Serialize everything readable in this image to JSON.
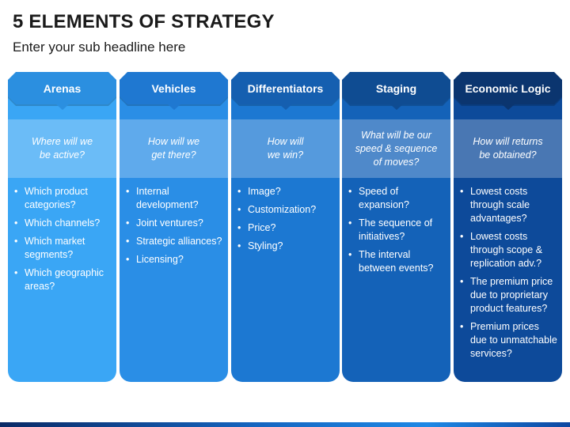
{
  "title": "5 ELEMENTS OF STRATEGY",
  "subtitle": "Enter your sub headline here",
  "columns": [
    {
      "heading": "Arenas",
      "question": "Where will we\nbe active?",
      "header_color": "#2b8fe0",
      "body_color": "#3aa6f5",
      "bullets": [
        "Which product categories?",
        "Which channels?",
        "Which market segments?",
        "Which geographic areas?"
      ]
    },
    {
      "heading": "Vehicles",
      "question": "How will we\nget there?",
      "header_color": "#1f78d1",
      "body_color": "#2a8ee6",
      "bullets": [
        "Internal development?",
        "Joint ventures?",
        "Strategic alliances?",
        "Licensing?"
      ]
    },
    {
      "heading": "Differentiators",
      "question": "How will\nwe win?",
      "header_color": "#155fb0",
      "body_color": "#1c78d2",
      "bullets": [
        "Image?",
        "Customization?",
        "Price?",
        "Styling?"
      ]
    },
    {
      "heading": "Staging",
      "question": "What will be our\nspeed & sequence\nof moves?",
      "header_color": "#0f4c92",
      "body_color": "#1462b8",
      "bullets": [
        "Speed of expansion?",
        "The sequence of initiatives?",
        "The interval between events?"
      ]
    },
    {
      "heading": "Economic Logic",
      "question": "How will returns\nbe obtained?",
      "header_color": "#0b356f",
      "body_color": "#0d4a9a",
      "bullets": [
        "Lowest costs through scale advantages?",
        "Lowest costs through scope & replication adv.?",
        "The premium price due to proprietary product features?",
        "Premium prices due to unmatchable services?"
      ]
    }
  ]
}
